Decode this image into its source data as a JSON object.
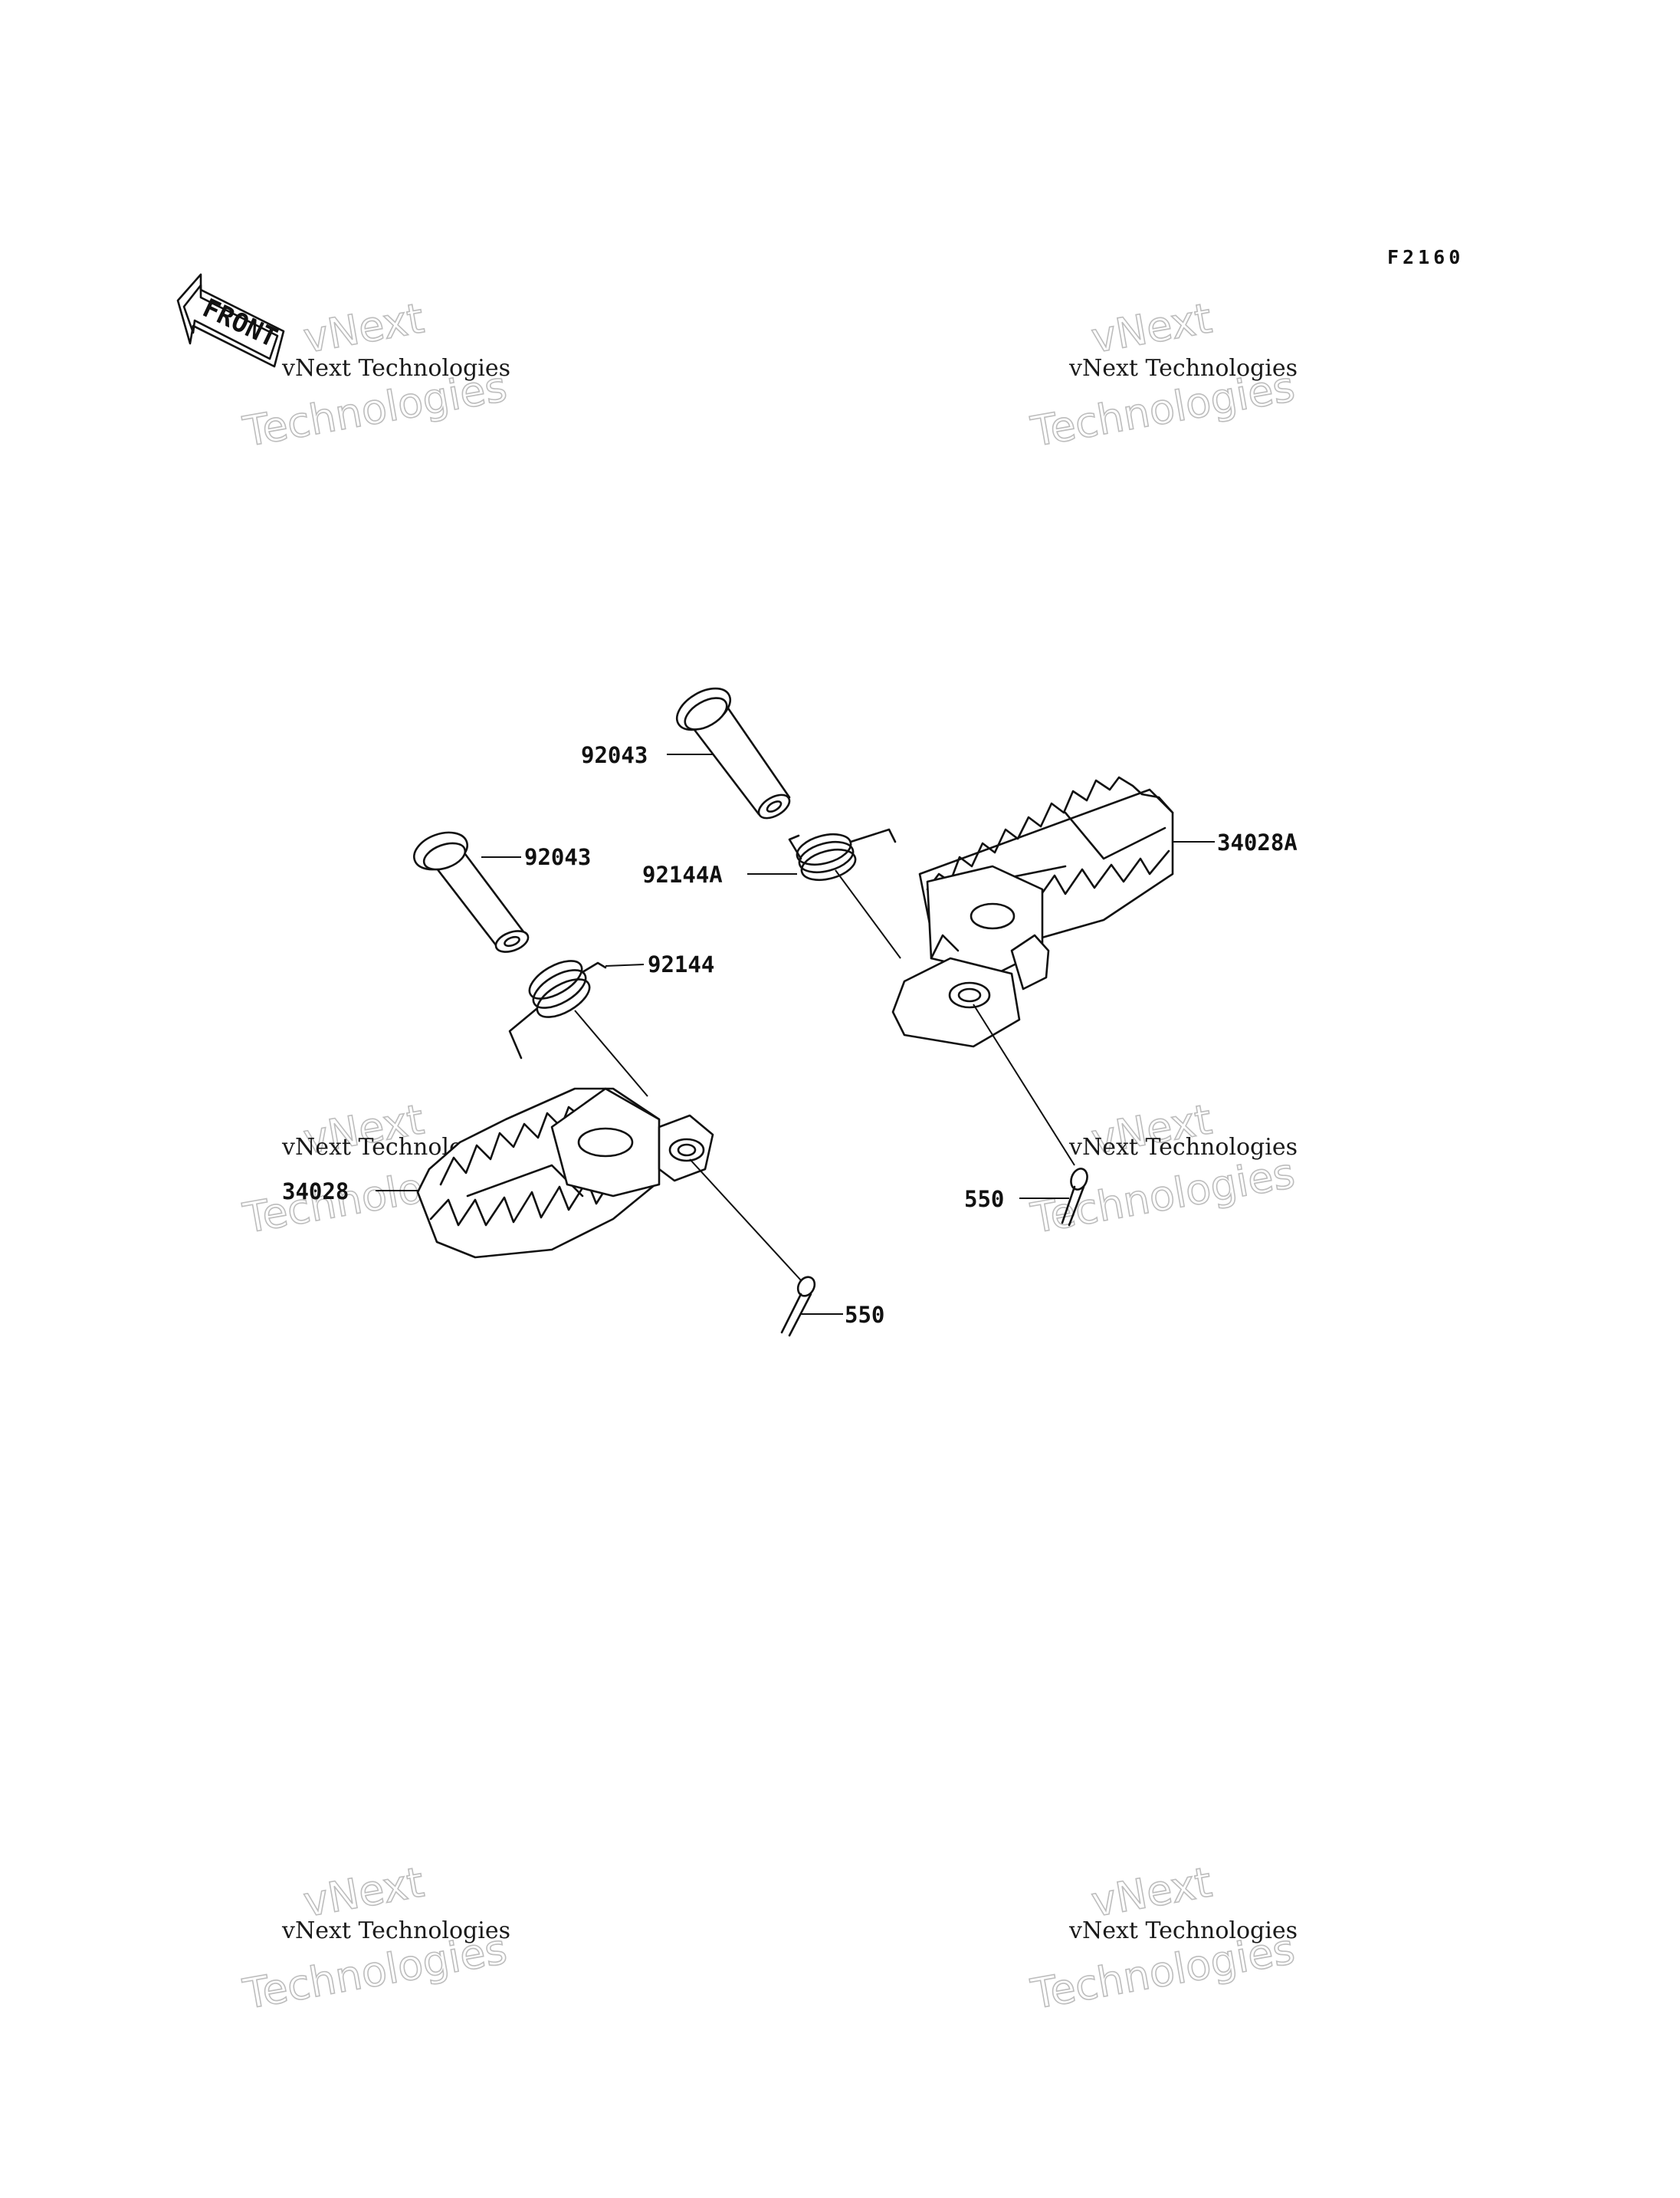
{
  "figure": {
    "code": "F2160"
  },
  "front_indicator": {
    "label": "FRONT",
    "icon": "front-arrow-icon"
  },
  "watermark": {
    "line1": "vNext Technologies",
    "line2": "vNext",
    "line3": "Technologies"
  },
  "parts": {
    "pin_upper": "92043",
    "pin_lower": "92043",
    "spring_right": "92144A",
    "spring_left": "92144",
    "footpeg_right": "34028A",
    "footpeg_left": "34028",
    "cotter_pin_right": "550",
    "cotter_pin_left": "550"
  },
  "colors": {
    "line": "#111111",
    "watermark_outline": "#bdbdbd",
    "background": "#ffffff"
  }
}
